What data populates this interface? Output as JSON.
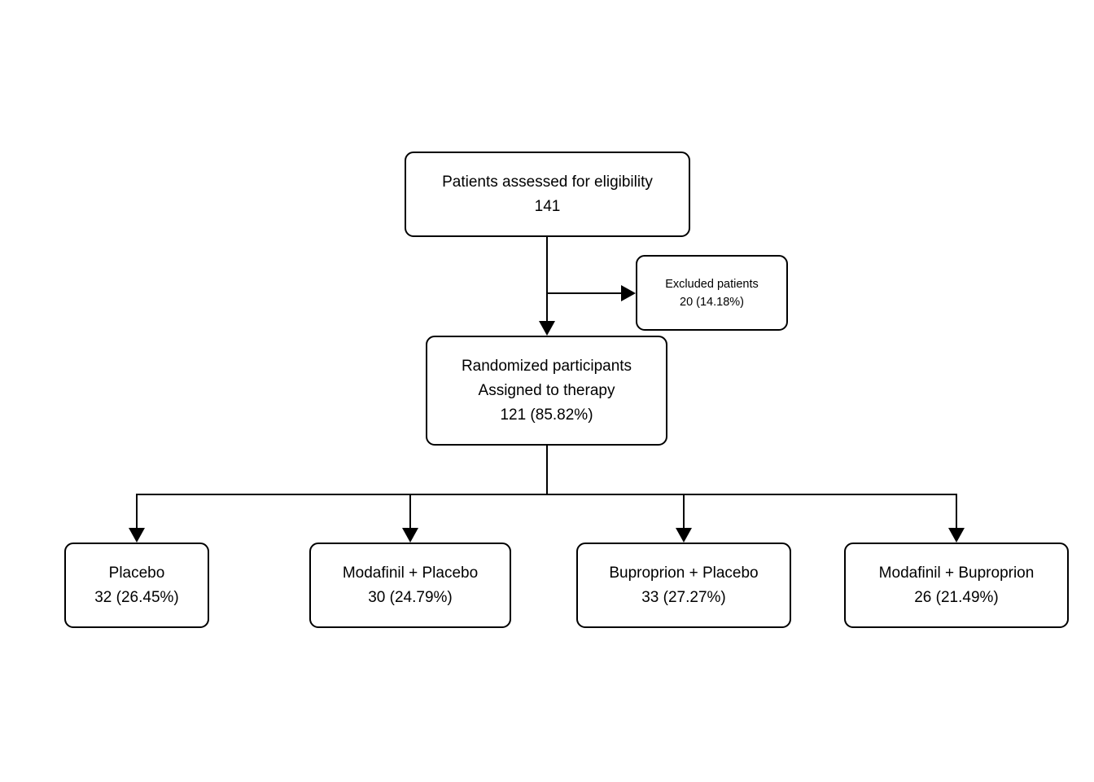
{
  "diagram": {
    "type": "flowchart",
    "background_color": "#ffffff",
    "box_border_color": "#000000",
    "text_color": "#000000",
    "nodes": {
      "eligibility": {
        "line1": "Patients assessed for eligibility",
        "line2": "141"
      },
      "excluded": {
        "line1": "Excluded patients",
        "line2": "20 (14.18%)"
      },
      "randomized": {
        "line1": "Randomized participants",
        "line2": "Assigned to therapy",
        "line3": "121 (85.82%)"
      },
      "arm_placebo": {
        "line1": "Placebo",
        "line2": "32 (26.45%)"
      },
      "arm_modafinil_placebo": {
        "line1": "Modafinil + Placebo",
        "line2": "30 (24.79%)"
      },
      "arm_buproprion_placebo": {
        "line1": "Buproprion + Placebo",
        "line2": "33 (27.27%)"
      },
      "arm_modafinil_buproprion": {
        "line1": "Modafinil + Buproprion",
        "line2": "26 (21.49%)"
      }
    }
  }
}
